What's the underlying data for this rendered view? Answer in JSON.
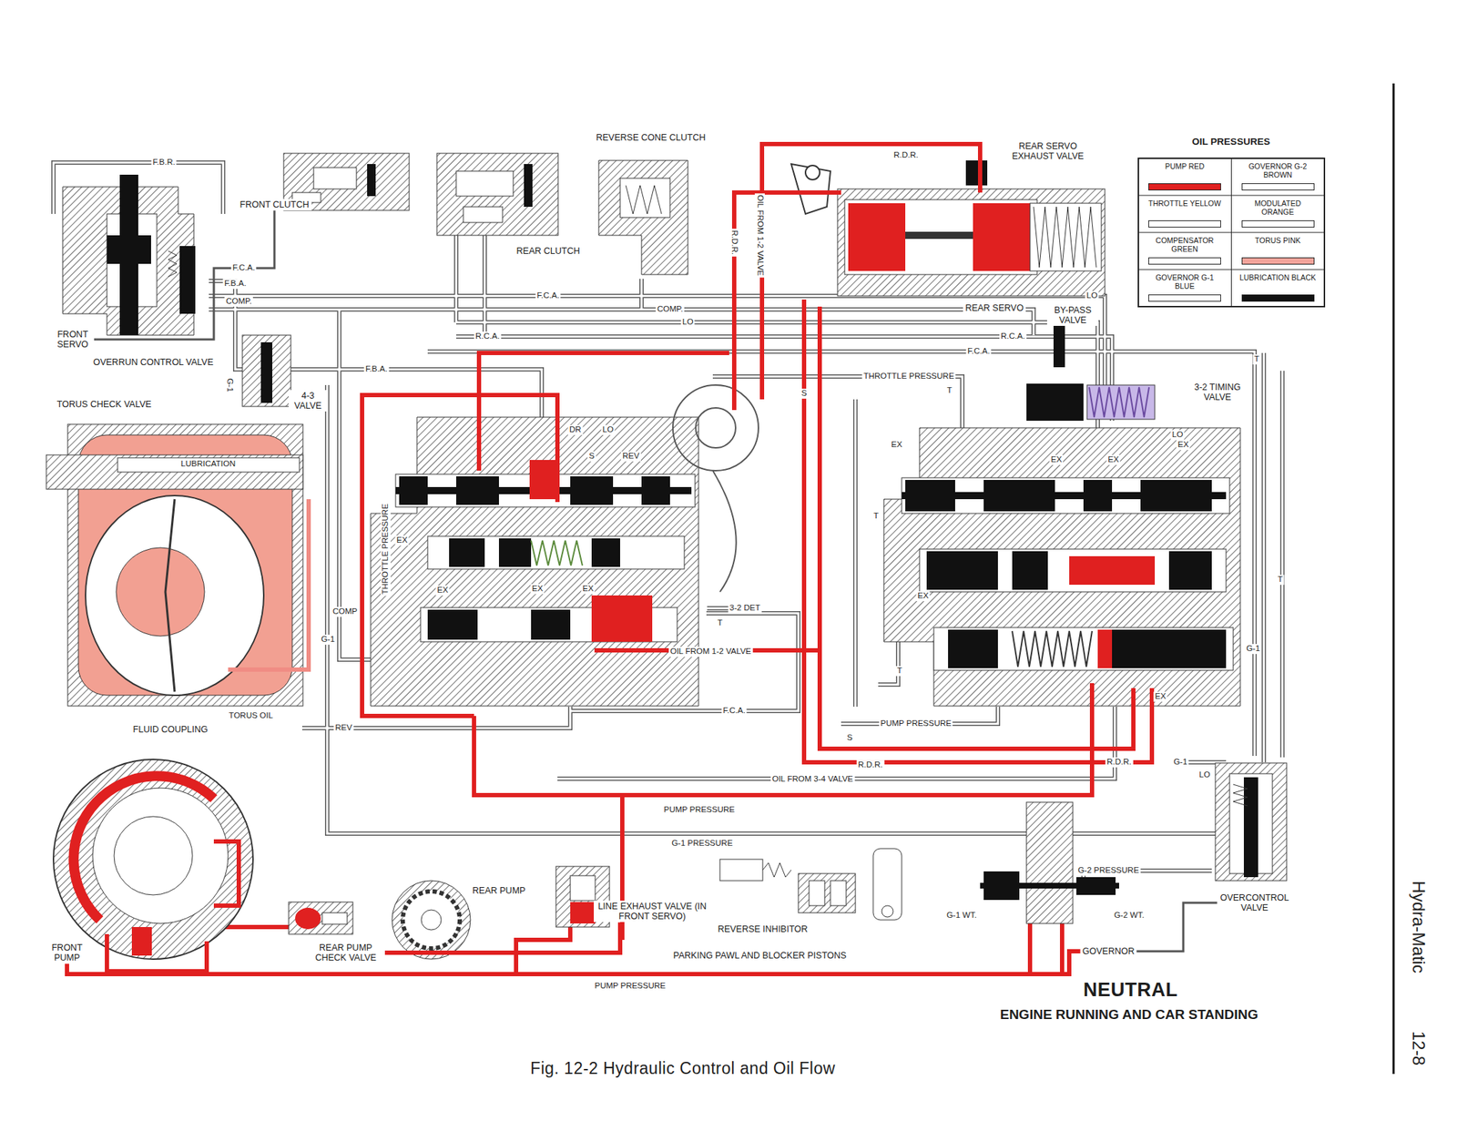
{
  "diagram": {
    "title": "NEUTRAL",
    "caption": "Fig. 12-2 Hydraulic Control and Oil Flow",
    "nodes": [
      {
        "text": [
          "FRONT CLUTCH"
        ]
      },
      {
        "text": [
          "REVERSE CONE CLUTCH"
        ]
      },
      {
        "text": [
          "REAR CLUTCH"
        ]
      },
      {
        "text": [
          "REAR SERVO EXHAUST VALVE"
        ]
      },
      {
        "text": [
          "FRONT SERVO"
        ]
      },
      {
        "text": [
          "OVERRUN CONTROL VALVE"
        ]
      },
      {
        "text": [
          "REAR SERVO"
        ]
      },
      {
        "text": [
          "BY-PASS VALVE"
        ]
      },
      {
        "text": [
          "TORUS CHECK VALVE"
        ]
      },
      {
        "text": [
          "4-3 VALVE"
        ]
      },
      {
        "text": [
          "3-2 TIMING VALVE"
        ]
      },
      {
        "text": [
          "FLUID COUPLING"
        ]
      },
      {
        "text": [
          "OVERCONTROL VALVE"
        ]
      },
      {
        "text": [
          "REAR PUMP"
        ]
      },
      {
        "text": [
          "LINE EXHAUST VALVE (IN FRONT SERVO)"
        ]
      },
      {
        "text": [
          "REVERSE INHIBITOR"
        ]
      },
      {
        "text": [
          "FRONT PUMP"
        ]
      },
      {
        "text": [
          "REAR PUMP CHECK VALVE"
        ]
      },
      {
        "text": [
          "PARKING PAWL AND BLOCKER PISTONS"
        ]
      },
      {
        "text": [
          "GOVERNOR"
        ]
      }
    ],
    "edges": [
      {
        "from": 16,
        "to": 19,
        "arrow": "none",
        "label": "PUMP PRESSURE"
      },
      {
        "from": 17,
        "to": 14,
        "arrow": "none"
      },
      {
        "from": 19,
        "to": 12,
        "arrow": "none"
      },
      {
        "from": 4,
        "to": 0,
        "arrow": "none",
        "label": "F.C.A."
      }
    ],
    "labels": [
      "F.B.R.",
      "F.B.A.",
      "COMP.",
      "F.C.A.",
      "COMP.",
      "LO",
      "R.C.A.",
      "R.C.A.",
      "F.C.A.",
      "F.B.A.",
      "THROTTLE PRESSURE",
      "R.D.R.",
      "OIL FROM 1-2 VALVE",
      "R.D.R.",
      "S",
      "T",
      "DR",
      "LO",
      "S",
      "REV",
      "THROTTLE PRESSURE",
      "EX",
      "EX",
      "EX",
      "EX",
      "EX",
      "EX",
      "EX",
      "EX",
      "EX",
      "EX",
      "3-2 DET",
      "T",
      "OIL FROM 1-2 VALVE",
      "F.C.A.",
      "COMP",
      "G-1",
      "REV",
      "TORUS OIL",
      "PUMP PRESSURE",
      "S",
      "R.D.R.",
      "R.D.R.",
      "OIL FROM 3-4 VALVE",
      "PUMP PRESSURE",
      "G-1 PRESSURE",
      "G-2 PRESSURE",
      "G-1 WT.",
      "G-2 WT.",
      "G-1",
      "LO",
      "G-1",
      "T",
      "LO",
      "T",
      "LO",
      "LUBRICATION",
      "G-1",
      "T",
      "T",
      "OIL PRESSURES",
      "ENGINE RUNNING AND CAR STANDING",
      "Hydra-Matic",
      "12-8"
    ],
    "legend": [
      {
        "text": "PUMP RED",
        "color": "#e02020"
      },
      {
        "text": "GOVERNOR G-2 BROWN",
        "color": "#ffffff"
      },
      {
        "text": "THROTTLE YELLOW",
        "color": "#ffffff"
      },
      {
        "text": "MODULATED ORANGE",
        "color": "#ffffff"
      },
      {
        "text": "COMPENSATOR GREEN",
        "color": "#ffffff"
      },
      {
        "text": "TORUS PINK",
        "color": "#f4a39a"
      },
      {
        "text": "GOVERNOR G-1 BLUE",
        "color": "#ffffff"
      },
      {
        "text": "LUBRICATION BLACK",
        "color": "#111111"
      }
    ]
  }
}
